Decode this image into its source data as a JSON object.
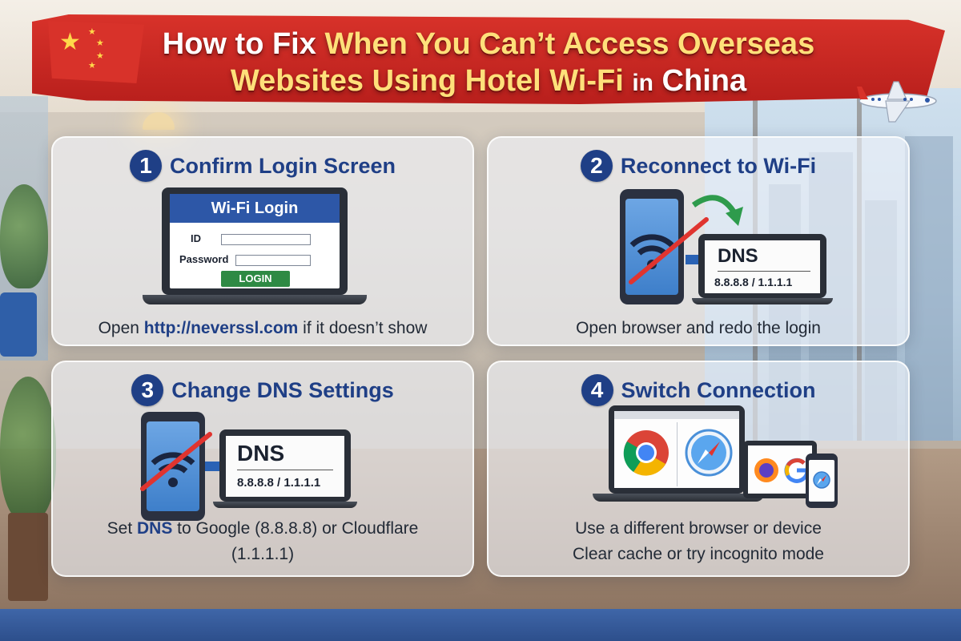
{
  "title": {
    "line1_a": "How to Fix ",
    "line1_b": "When You Can’t Access Overseas",
    "line2_a": "Websites Using Hotel Wi-Fi ",
    "line2_b": "in",
    "line2_c": " China"
  },
  "cards": [
    {
      "number": "1",
      "title": "Confirm Login Screen",
      "login": {
        "header": "Wi-Fi Login",
        "id_label": "ID",
        "password_label": "Password",
        "button": "LOGIN"
      },
      "caption_pre": "Open ",
      "caption_link": "http://neverssl.com",
      "caption_post": " if it doesn’t show"
    },
    {
      "number": "2",
      "title": "Reconnect to Wi-Fi",
      "dns_title": "DNS",
      "dns_ip": "8.8.8.8 / 1.1.1.1",
      "caption": "Open browser and redo the login"
    },
    {
      "number": "3",
      "title": "Change DNS Settings",
      "dns_title": "DNS",
      "dns_ip": "8.8.8.8 / 1.1.1.1",
      "caption_pre": "Set ",
      "caption_bold": "DNS",
      "caption_post": " to Google (8.8.8.8) or Cloudflare",
      "caption_line2": "(1.1.1.1)"
    },
    {
      "number": "4",
      "title": "Switch Connection",
      "caption_line1": "Use a different browser or device",
      "caption_line2": "Clear cache or try incognito mode"
    }
  ],
  "colors": {
    "banner_red": "#d8322a",
    "title_white": "#ffffff",
    "title_yellow": "#ffe07a",
    "accent_blue": "#1f3f86",
    "login_green": "#2e8a44",
    "warning_red": "#e0342f"
  },
  "icons": [
    "china-flag-icon",
    "airplane-icon",
    "wifi-icon",
    "no-connection-slash-icon",
    "green-arrow-icon",
    "chrome-icon",
    "safari-icon",
    "firefox-icon",
    "google-icon"
  ]
}
